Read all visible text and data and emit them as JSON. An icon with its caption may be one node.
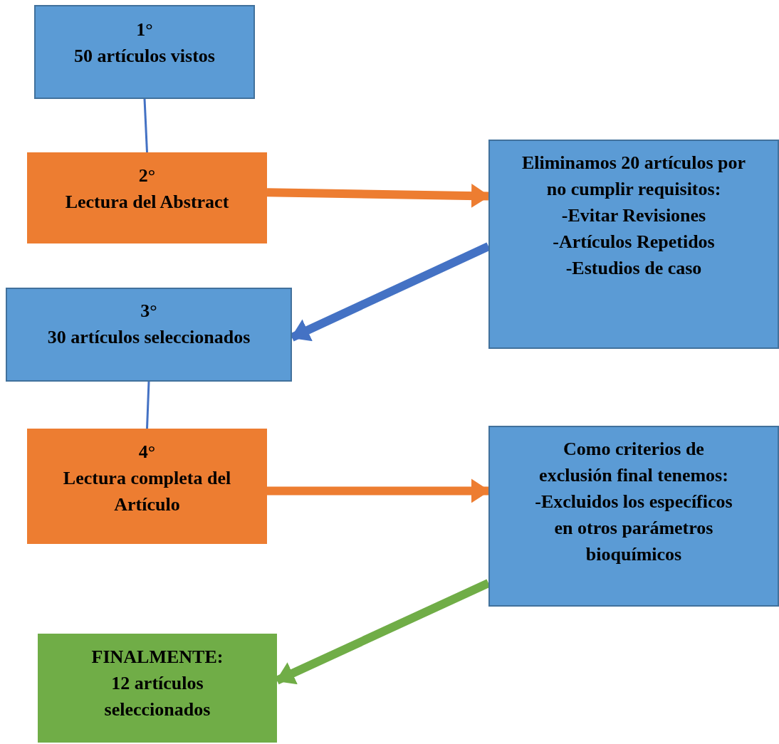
{
  "diagram": {
    "nodes": [
      {
        "text": [
          "1°",
          "50 artículos vistos"
        ]
      },
      {
        "text": [
          "2°",
          "Lectura del Abstract"
        ]
      },
      {
        "text": [
          "Eliminamos 20 artículos por no cumplir requisitos:",
          "-Evitar Revisiones",
          "-Artículos Repetidos",
          "-Estudios de caso"
        ]
      },
      {
        "text": [
          "3°",
          "30 artículos seleccionados"
        ]
      },
      {
        "text": [
          "4°",
          "Lectura completa del Artículo"
        ]
      },
      {
        "text": [
          "Como criterios de exclusión final tenemos:",
          "-Excluidos los específicos en otros parámetros bioquímicos"
        ]
      },
      {
        "text": [
          "FINALMENTE:",
          "12 artículos seleccionados"
        ]
      }
    ],
    "edges": [
      {
        "from": 0,
        "to": 1,
        "arrow": "none",
        "color": "#4472c4"
      },
      {
        "from": 1,
        "to": 2,
        "arrow": "to",
        "color": "#ed7d31"
      },
      {
        "from": 2,
        "to": 3,
        "arrow": "to",
        "color": "#4472c4"
      },
      {
        "from": 3,
        "to": 4,
        "arrow": "none",
        "color": "#4472c4"
      },
      {
        "from": 4,
        "to": 5,
        "arrow": "to",
        "color": "#ed7d31"
      },
      {
        "from": 5,
        "to": 6,
        "arrow": "to",
        "color": "#70ad47"
      }
    ]
  }
}
